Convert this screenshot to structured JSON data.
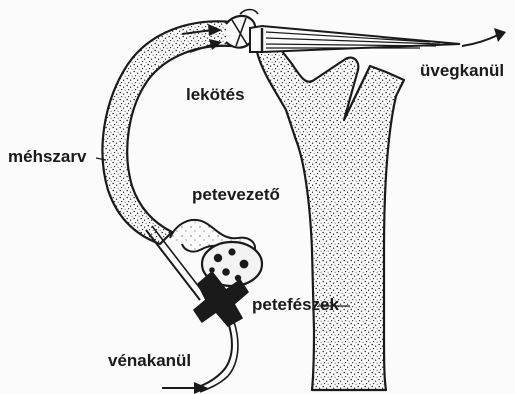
{
  "labels": {
    "glass_cannula": "üvegkanül",
    "ligation": "lekötés",
    "uterine_horn": "méhszarv",
    "oviduct": "petevezető",
    "ovary": "petefészek",
    "vein_cannula": "vénakanül"
  },
  "colors": {
    "ink": "#1a1a1a",
    "background": "#fbfbfb",
    "ovary_fill": "#f3f3f3"
  }
}
